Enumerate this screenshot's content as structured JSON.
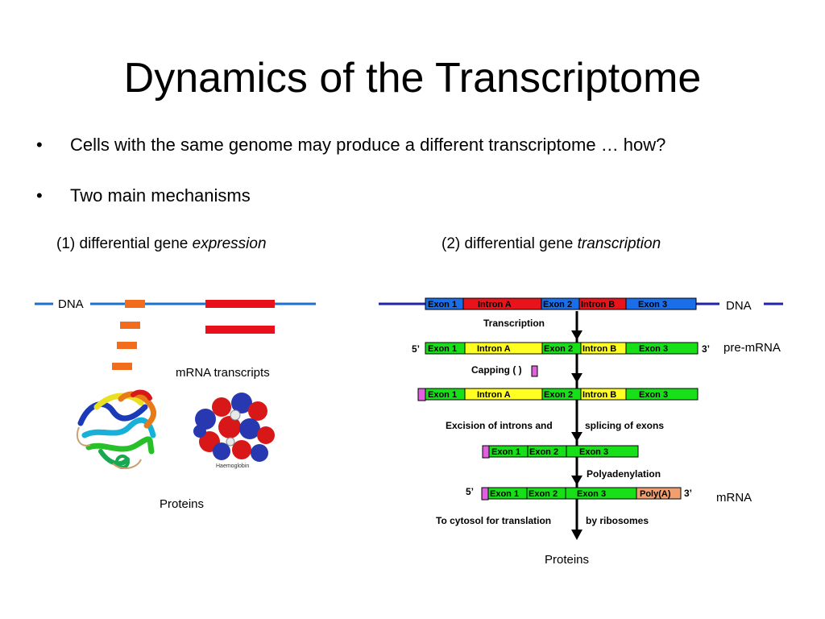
{
  "slide": {
    "title": "Dynamics of the Transcriptome",
    "bullets": [
      "Cells with the same genome may produce a different transcriptome … how?",
      "Two main mechanisms"
    ],
    "bullet_symbol": "•"
  },
  "mechanism_1": {
    "heading_prefix": "(1) differential gene ",
    "heading_emph": "expression",
    "dna_label": "DNA",
    "mrna_label": "mRNA transcripts",
    "proteins_label": "Proteins",
    "protein_caption": "Haemoglobin"
  },
  "mechanism_2": {
    "heading_prefix": "(2) differential gene ",
    "heading_emph": "transcription",
    "dna_label": "DNA",
    "pre_mrna_label": "pre-mRNA",
    "mrna_label": "mRNA",
    "proteins_label": "Proteins",
    "segments": {
      "exon1": "Exon 1",
      "intron_a": "Intron A",
      "exon2": "Exon 2",
      "intron_b": "Intron B",
      "exon3": "Exon 3",
      "poly_a": "Poly(A)"
    },
    "ends": {
      "five": "5’",
      "three": "3’"
    },
    "steps": {
      "transcription": "Transcription",
      "capping": "Capping  (     )",
      "excision_left": "Excision of introns and",
      "excision_right": "splicing of exons",
      "polyadenylation": "Polyadenylation",
      "cytosol_left": "To cytosol for translation",
      "cytosol_right": "by ribosomes"
    }
  },
  "colors": {
    "dna_line_left": "#1f6fd0",
    "dna_line_right": "#2222aa",
    "orange_gene": "#f26c1d",
    "red_gene": "#e8101a",
    "exon_blue": "#1a6ee8",
    "intron_red": "#e8141c",
    "exon_green": "#18e018",
    "intron_yellow": "#ffff22",
    "cap_pink": "#e060e0",
    "poly_a": "#f0a070"
  }
}
